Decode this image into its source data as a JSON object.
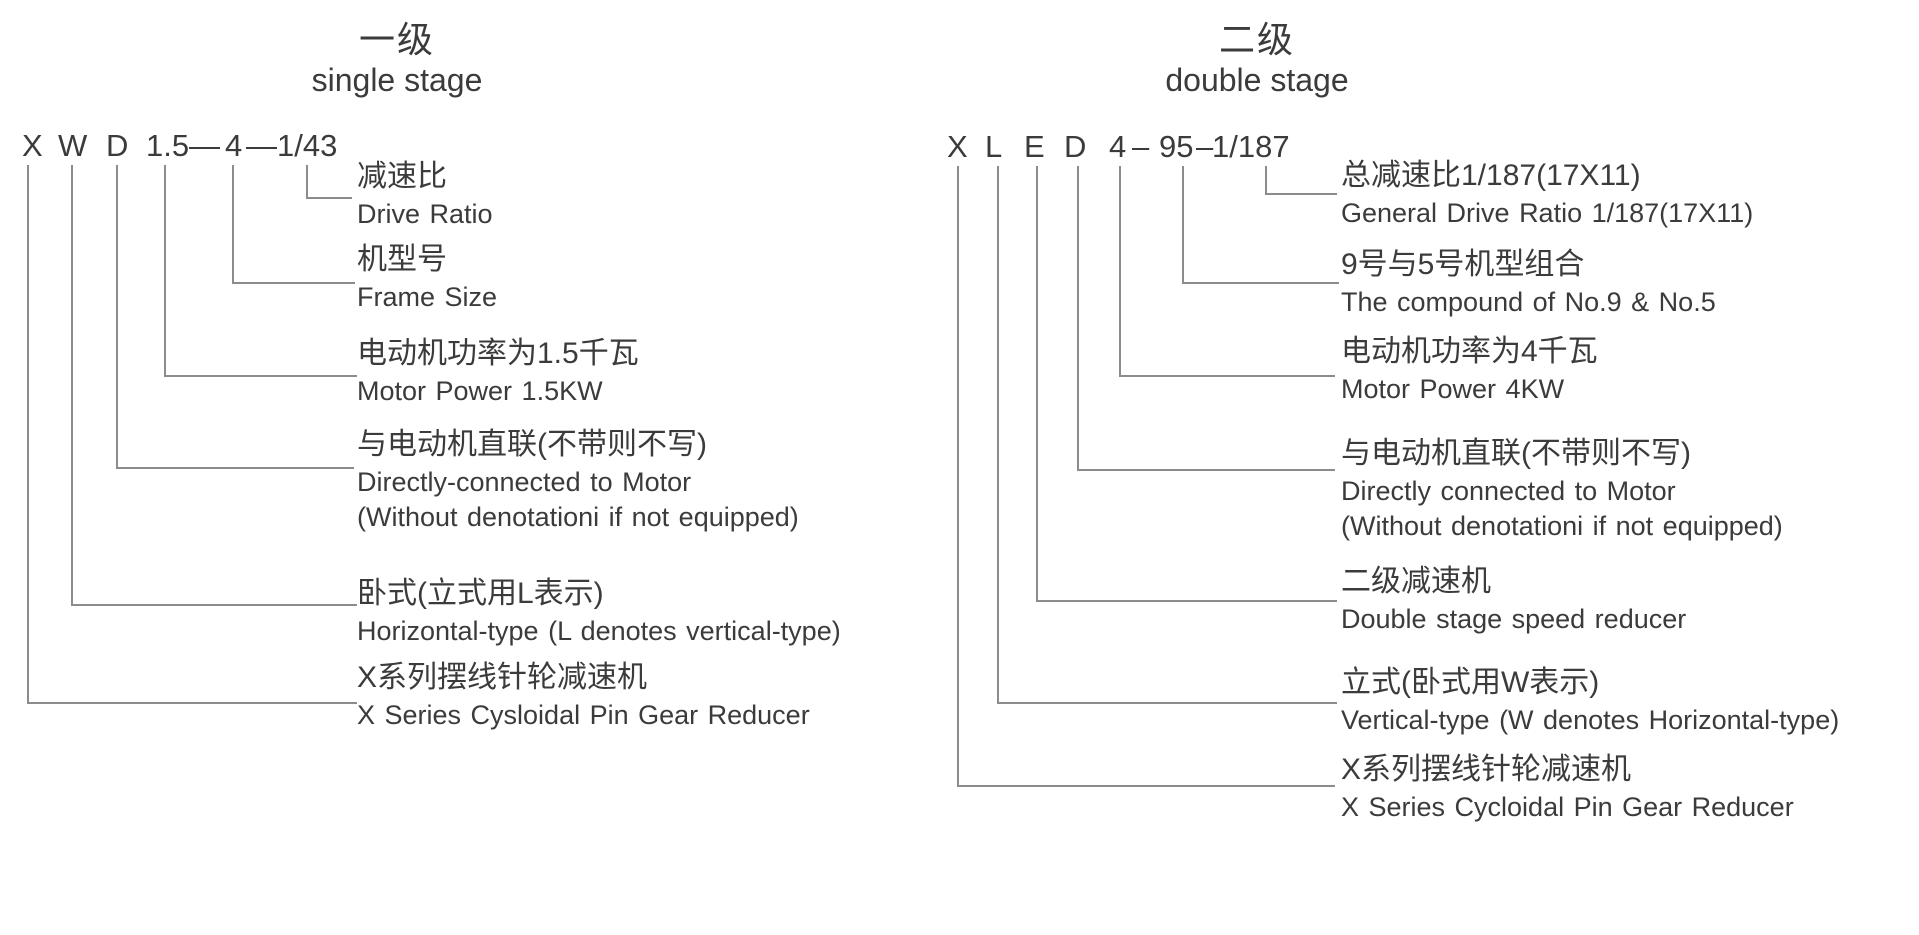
{
  "left": {
    "title_zh": "一级",
    "title_en": "single stage",
    "code": [
      "X",
      "W",
      "D",
      "1.5",
      "—",
      "4",
      "—",
      "1/43"
    ],
    "items": [
      {
        "zh": "减速比",
        "en": "Drive Ratio"
      },
      {
        "zh": "机型号",
        "en": "Frame Size"
      },
      {
        "zh": "电动机功率为1.5千瓦",
        "en": "Motor Power 1.5KW"
      },
      {
        "zh": "与电动机直联(不带则不写)",
        "en": "Directly-connected to Motor",
        "en2": "(Without denotationi if not equipped)"
      },
      {
        "zh": "卧式(立式用L表示)",
        "en": "Horizontal-type (L denotes vertical-type)"
      },
      {
        "zh": "X系列摆线针轮减速机",
        "en": "X Series Cysloidal Pin Gear Reducer"
      }
    ]
  },
  "right": {
    "title_zh": "二级",
    "title_en": "double stage",
    "code": [
      "X",
      "L",
      "E",
      "D",
      "4",
      "–",
      "95",
      "–",
      "1/187"
    ],
    "items": [
      {
        "zh": "总减速比1/187(17X11)",
        "en": "General Drive Ratio 1/187(17X11)"
      },
      {
        "zh": "9号与5号机型组合",
        "en": "The compound of No.9 & No.5"
      },
      {
        "zh": "电动机功率为4千瓦",
        "en": "Motor Power 4KW"
      },
      {
        "zh": "与电动机直联(不带则不写)",
        "en": "Directly connected to Motor",
        "en2": "(Without denotationi if not equipped)"
      },
      {
        "zh": "二级减速机",
        "en": "Double stage speed reducer"
      },
      {
        "zh": "立式(卧式用W表示)",
        "en": "Vertical-type (W denotes Horizontal-type)"
      },
      {
        "zh": "X系列摆线针轮减速机",
        "en": "X Series Cycloidal Pin Gear Reducer"
      }
    ]
  },
  "colors": {
    "text": "#3b3b3b",
    "line": "#8c8c8c",
    "background": "#ffffff"
  }
}
